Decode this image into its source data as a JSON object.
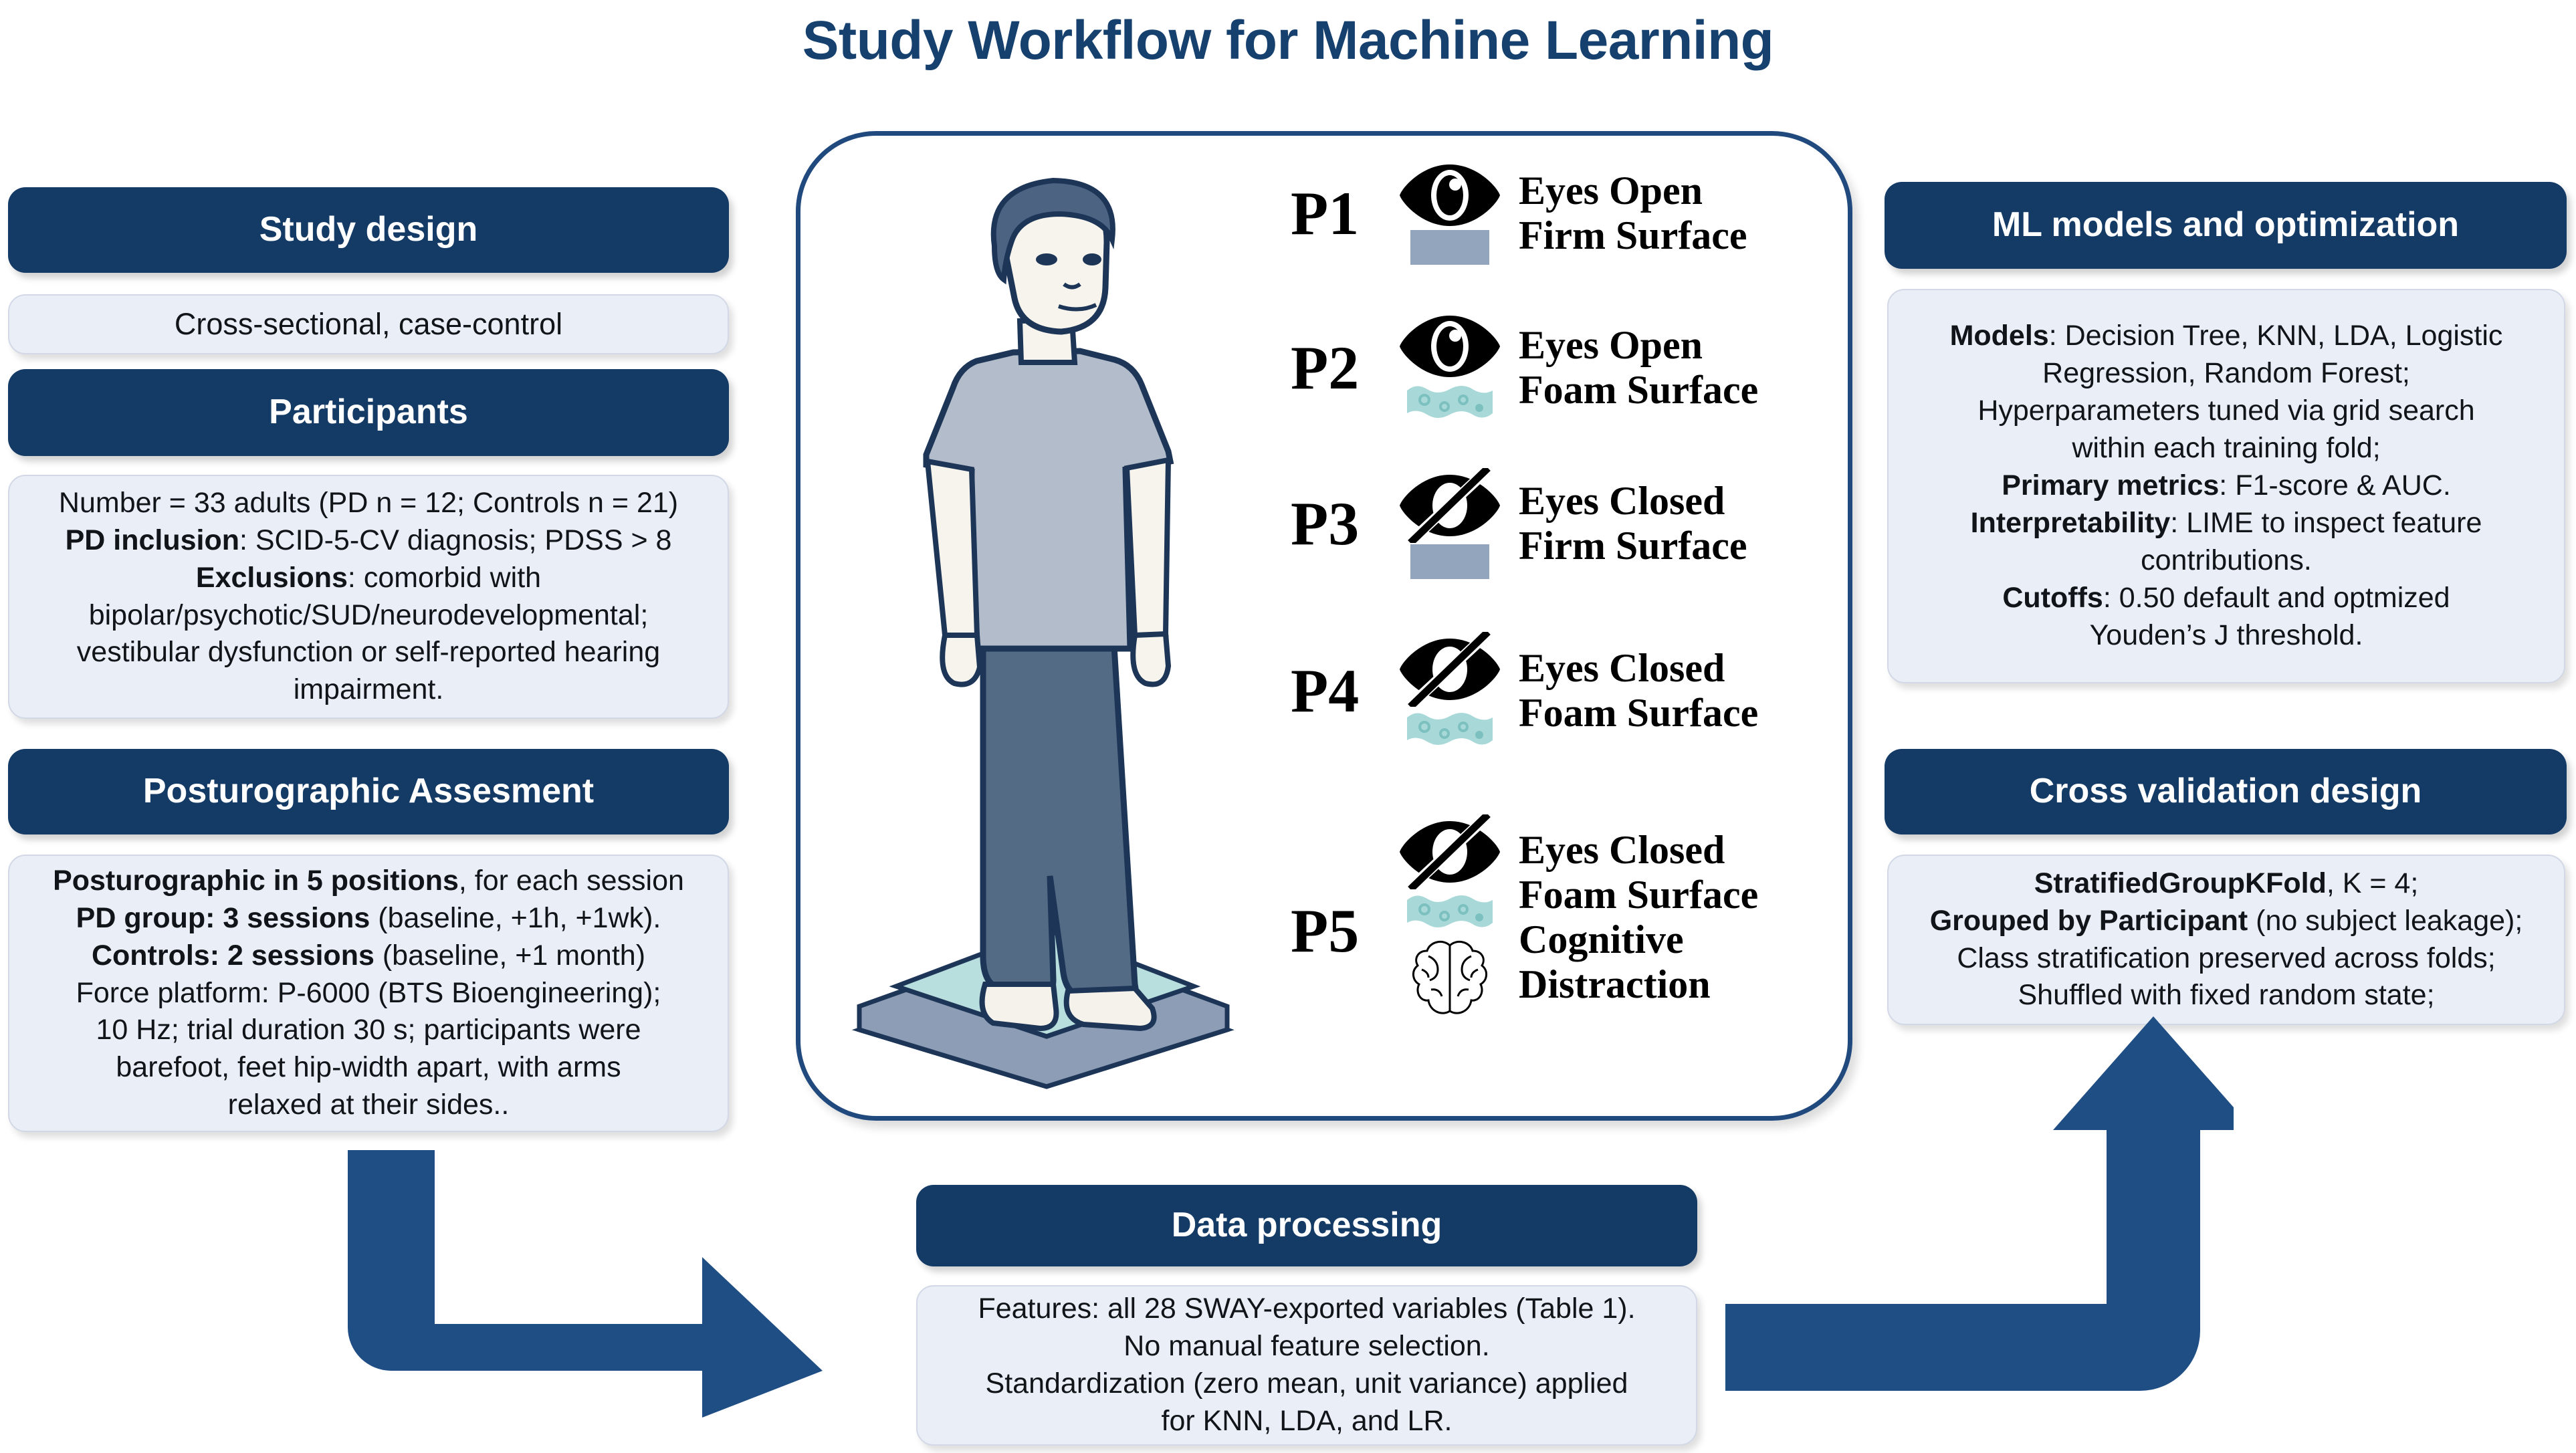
{
  "title": "Study Workflow for Machine Learning",
  "colors": {
    "header_navy": "#143a66",
    "body_light": "#eaeef7",
    "arrow_blue": "#1f4e85",
    "title_blue": "#16406e",
    "firm_surface": "#93a4bd",
    "foam_surface": "#a8d8d8"
  },
  "left_column": [
    {
      "header": "Study design",
      "body_html": "Cross-sectional, case-control"
    },
    {
      "header": "Participants",
      "body_html": "Number = 33 adults (PD n = 12; Controls n = 21)<br><b>PD inclusion</b>: SCID-5-CV diagnosis; PDSS &gt; 8<br><b>Exclusions</b>: comorbid with<br>bipolar/psychotic/SUD/neurodevelopmental;<br>vestibular dysfunction or self-reported hearing<br>impairment."
    },
    {
      "header": "Posturographic Assesment",
      "body_html": "<b>Posturographic in 5 positions</b>, for each session<br><b>PD group: 3 sessions</b> (baseline, +1h, +1wk).<br><b>Controls: 2 sessions</b> (baseline, +1 month)<br>Force platform: P-6000 (BTS Bioengineering);<br>10 Hz; trial duration 30 s; participants were<br>barefoot, feet hip-width apart, with arms<br>relaxed at their sides.."
    }
  ],
  "right_column": [
    {
      "header": "ML models and optimization",
      "body_html": "<b>Models</b>: Decision Tree, KNN, LDA, Logistic<br>Regression, Random Forest;<br>Hyperparameters tuned via grid search<br>within each training fold;<br><b>Primary metrics</b>: F1-score &amp; AUC.<br><b>Interpretability</b>: LIME to inspect feature<br>contributions.<br><b>Cutoffs</b>: 0.50 default and optmized<br>Youden&rsquo;s J threshold."
    },
    {
      "header": "Cross validation design",
      "body_html": "<b>StratifiedGroupKFold</b>, K = 4;<br><b>Grouped by Participant</b> (no subject leakage);<br>Class stratification preserved across folds;<br>Shuffled with fixed random state;"
    }
  ],
  "bottom_center": {
    "header": "Data processing",
    "body_html": "Features: all 28 SWAY-exported variables (Table 1).<br>No manual feature selection.<br>Standardization (zero mean, unit variance) applied<br>for KNN, LDA, and LR."
  },
  "positions": [
    {
      "code": "P1",
      "line1": "Eyes Open",
      "line2": "Firm Surface",
      "line3": "",
      "line4": "",
      "eye": "eye-open",
      "surface": "firm",
      "brain": false
    },
    {
      "code": "P2",
      "line1": "Eyes Open",
      "line2": "Foam Surface",
      "line3": "",
      "line4": "",
      "eye": "eye-open",
      "surface": "foam",
      "brain": false
    },
    {
      "code": "P3",
      "line1": "Eyes Closed",
      "line2": "Firm Surface",
      "line3": "",
      "line4": "",
      "eye": "eye-slash",
      "surface": "firm",
      "brain": false
    },
    {
      "code": "P4",
      "line1": "Eyes Closed",
      "line2": "Foam Surface",
      "line3": "",
      "line4": "",
      "eye": "eye-slash",
      "surface": "foam",
      "brain": false
    },
    {
      "code": "P5",
      "line1": "Eyes Closed",
      "line2": "Foam Surface",
      "line3": "Cognitive",
      "line4": "Distraction",
      "eye": "eye-slash",
      "surface": "foam",
      "brain": true
    }
  ]
}
